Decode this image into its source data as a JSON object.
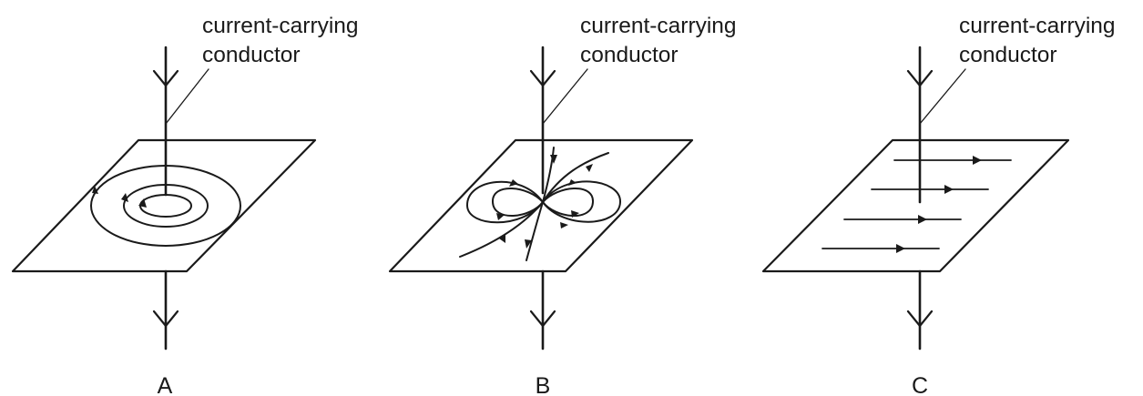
{
  "diagrams": [
    {
      "label": "A",
      "conductor_label": [
        "current-carrying",
        "conductor"
      ]
    },
    {
      "label": "B",
      "conductor_label": [
        "current-carrying",
        "conductor"
      ]
    },
    {
      "label": "C",
      "conductor_label": [
        "current-carrying",
        "conductor"
      ]
    }
  ]
}
